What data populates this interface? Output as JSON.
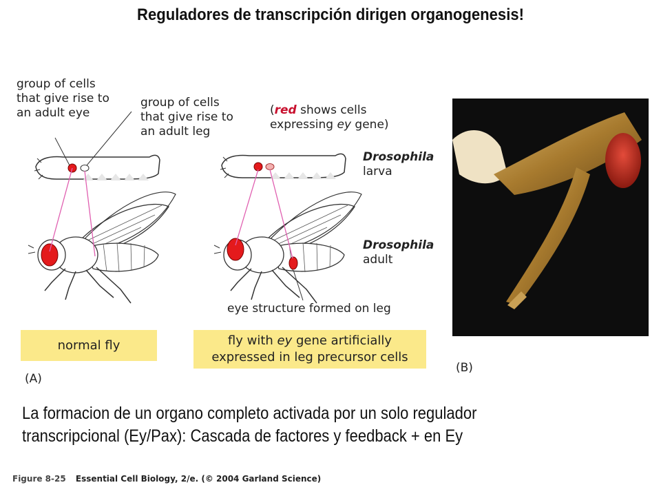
{
  "title": "Reguladores de transcripción dirigen organogenesis!",
  "panel_a": {
    "label_eye_cells": [
      "group of cells",
      "that give rise to",
      "an adult eye"
    ],
    "label_leg_cells": [
      "group of cells",
      "that give rise to",
      "an adult leg"
    ],
    "normal_fly": "normal fly",
    "panel_letter": "(A)"
  },
  "panel_mid": {
    "legend_line1_red": "red",
    "legend_line1_rest": " shows cells",
    "legend_line2_pre": "expressing ",
    "legend_line2_gene": "ey",
    "legend_line2_post": " gene)",
    "legend_open": "(",
    "drosophila_larva_1": "Drosophila",
    "drosophila_larva_2": "larva",
    "drosophila_adult_1": "Drosophila",
    "drosophila_adult_2": "adult",
    "eye_on_leg": "eye structure formed on leg",
    "box_line1_pre": "fly with ",
    "box_line1_gene": "ey",
    "box_line1_post": " gene artificially",
    "box_line2": "expressed in leg precursor cells"
  },
  "panel_b": {
    "panel_letter": "(B)"
  },
  "caption": [
    "La formacion de un organo completo activada por un solo regulador",
    "transcripcional (Ey/Pax): Cascada de factores y feedback + en Ey"
  ],
  "figure_ref": {
    "number": "Figure 8-25",
    "book": "Essential Cell Biology, 2/e. (© 2004 Garland Science)"
  },
  "colors": {
    "highlight_box": "#fbe98a",
    "eye_red": "#e41a1c",
    "pink_line": "#e05fb0"
  }
}
